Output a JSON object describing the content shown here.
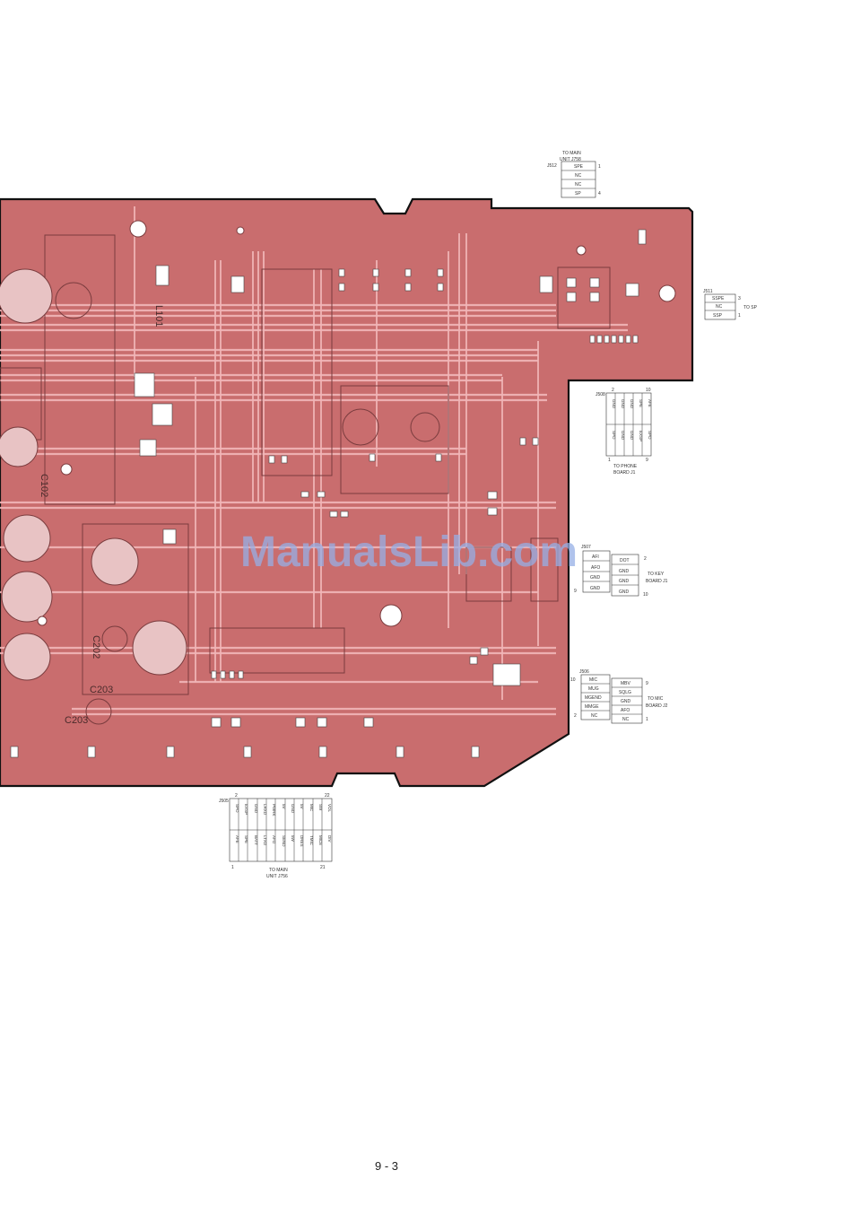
{
  "watermark": "ManualsLib.com",
  "page_number": "9 - 3",
  "colors": {
    "board": "#c96d6e",
    "trace": "#f2b7b9",
    "pad": "#ffffff",
    "outline": "#111111"
  },
  "silkscreen": {
    "c202": "C202",
    "c203": "C203",
    "l101": "L101",
    "c102": "C102"
  },
  "connectors": {
    "j512": {
      "ref": "J512",
      "dest": [
        "TO MAIN",
        "UNIT J758"
      ],
      "pins": [
        "SPE",
        "NC",
        "NC",
        "SP"
      ],
      "pin_first": "1",
      "pin_last": "4"
    },
    "j511": {
      "ref": "J511",
      "dest": "TO SP",
      "pins": [
        "SSPE",
        "NC",
        "SSP"
      ],
      "pin_first": "3",
      "pin_last": "1"
    },
    "j508": {
      "ref": "J508",
      "dest": [
        "TO PHONE",
        "BOARD J1"
      ],
      "top_pins": [
        "GND",
        "GND",
        "GND",
        "SPE",
        "AFE"
      ],
      "bottom_pins": [
        "SPO",
        "GND",
        "GND",
        "EXSP",
        "SPO"
      ],
      "pin_top_left": "2",
      "pin_top_right": "10",
      "pin_bottom_left": "1",
      "pin_bottom_right": "9"
    },
    "j507": {
      "ref": "J507",
      "dest": [
        "TO KEY",
        "BOARD J1"
      ],
      "left_pins": [
        "AFI",
        "AFO",
        "GND",
        "GND"
      ],
      "right_pins": [
        "DOT",
        "GND",
        "GND",
        "GND"
      ],
      "pin_right_top": "2",
      "pin_left_bottom": "9",
      "pin_right_bottom": "10"
    },
    "j506": {
      "ref": "J506",
      "dest": [
        "TO MIC",
        "BOARD J2"
      ],
      "left_pins": [
        "MIC",
        "MUG",
        "MGEND",
        "MMGE",
        "NC"
      ],
      "right_pins": [
        "MBV",
        "SQLG",
        "GND",
        "AFO",
        "NC"
      ],
      "pin_left_top": "10",
      "pin_right_top": "9",
      "pin_left_bottom": "2",
      "pin_right_bottom": "1"
    },
    "j505": {
      "ref": "J505",
      "dest": [
        "TO MAIN",
        "UNIT J756"
      ],
      "top_pins": [
        "SPO",
        "EXSP",
        "GND",
        "LRXD",
        "PWRK",
        "5V",
        "GND",
        "5V",
        "MIC",
        "SW",
        "VOL"
      ],
      "bottom_pins": [
        "AFE",
        "SPE",
        "BATT",
        "LTXD",
        "AFO",
        "SEND",
        "5W",
        "DRES",
        "TMIC",
        "MICE",
        "DIV"
      ],
      "pin_top_left": "2",
      "pin_top_right": "22",
      "pin_bottom_left": "1",
      "pin_bottom_right": "21"
    }
  }
}
